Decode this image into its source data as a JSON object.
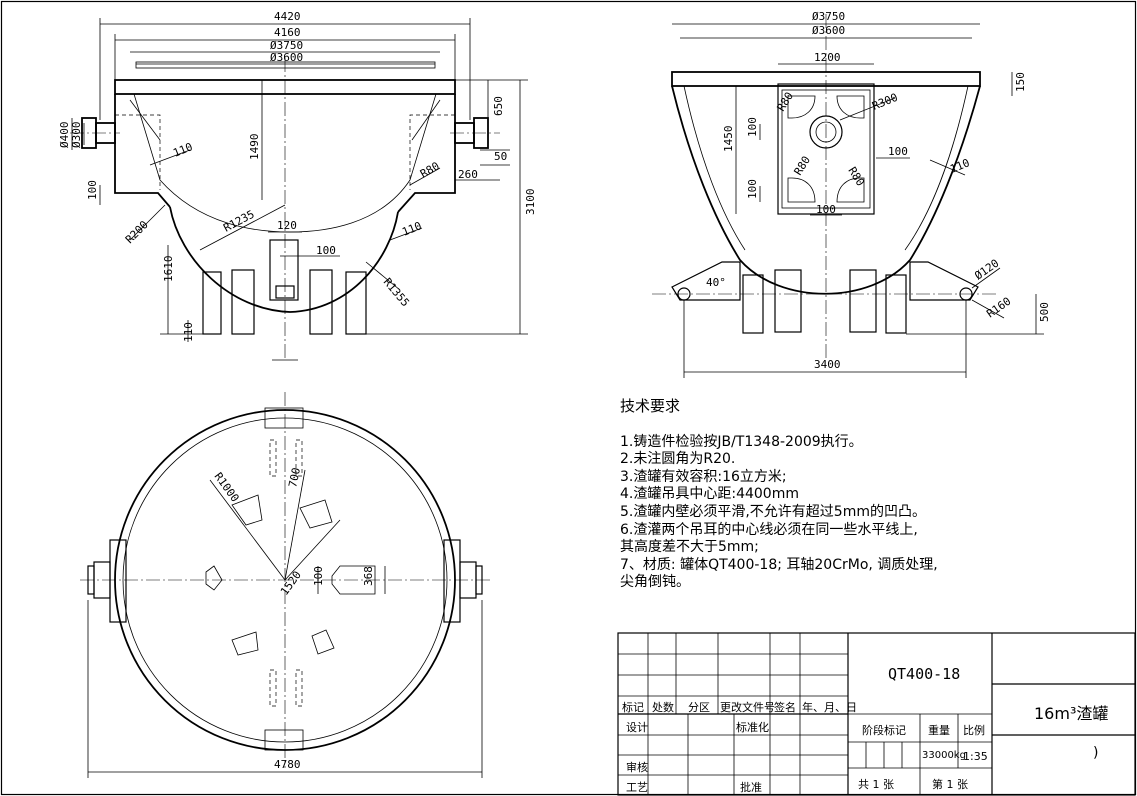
{
  "front_view": {
    "dims": {
      "w4420": "4420",
      "w4160": "4160",
      "d3750": "Ø3750",
      "d3600": "Ø3600",
      "d400": "Ø400",
      "d300": "Ø300",
      "h650": "650",
      "h1490": "1490",
      "h50": "50",
      "h260": "260",
      "h3100": "3100",
      "r110a": "110",
      "r80": "R80",
      "h100": "100",
      "r200": "R200",
      "r1235": "R1235",
      "w120": "120",
      "w100": "100",
      "r110b": "110",
      "h1610": "1610",
      "r1355": "R1355",
      "h110": "110"
    }
  },
  "side_view": {
    "dims": {
      "d3750": "Ø3750",
      "d3600": "Ø3600",
      "w1200": "1200",
      "h150": "150",
      "r80a": "R80",
      "r300": "R300",
      "h100a": "100",
      "h1450": "1450",
      "w100a": "100",
      "r80b": "R80",
      "r80c": "R80",
      "h110": "110",
      "h100b": "100",
      "w100b": "100",
      "a40": "40°",
      "d120": "Ø120",
      "r160": "R160",
      "h500": "500",
      "w3400": "3400"
    }
  },
  "top_view": {
    "dims": {
      "r1000": "R1000",
      "w700": "700",
      "w100": "100",
      "w368": "368",
      "r1520": "1520",
      "w4780": "4780"
    }
  },
  "technical_requirements": {
    "title": "技术要求",
    "lines": [
      "1.铸造件检验按JB/T1348-2009执行。",
      "2.未注圆角为R20.",
      "3.渣罐有效容积:16立方米;",
      "4.渣罐吊具中心距:4400mm",
      "5.渣罐内壁必须平滑,不允许有超过5mm的凹凸。",
      "6.渣灌两个吊耳的中心线必须在同一些水平线上,",
      "其高度差不大于5mm;",
      "7、材质: 罐体QT400-18; 耳轴20CrMo, 调质处理,",
      "尖角倒钝。"
    ]
  },
  "title_block": {
    "material": "QT400-18",
    "drawing_title": "16m³渣罐",
    "drawing_no": ")",
    "rev_headers": [
      "标记",
      "处数",
      "分区",
      "更改文件号",
      "签名",
      "年、月、日"
    ],
    "design": "设计",
    "standardize": "标准化",
    "review": "审核",
    "process": "工艺",
    "approve": "批准",
    "stage_mark": "阶段标记",
    "weight_label": "重量",
    "scale_label": "比例",
    "weight": "33000kg",
    "scale": "1:35",
    "sheets_total": "共  1  张",
    "sheet_no": "第  1  张"
  }
}
